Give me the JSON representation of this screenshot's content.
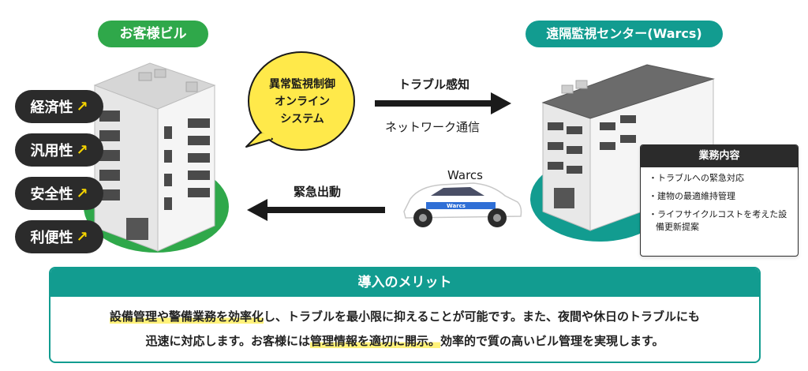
{
  "customer_building": {
    "label": "お客様ビル",
    "features": [
      {
        "text": "経済性",
        "arrow": "↗"
      },
      {
        "text": "汎用性",
        "arrow": "↗"
      },
      {
        "text": "安全性",
        "arrow": "↗"
      },
      {
        "text": "利便性",
        "arrow": "↗"
      }
    ]
  },
  "monitor_center": {
    "label": "遠隔監視センター(Warcs)"
  },
  "system_bubble": {
    "line1": "異常監視制御",
    "line2": "オンライン",
    "line3": "システム"
  },
  "flows": {
    "detect_label": "トラブル感知",
    "network_label": "ネットワーク通信",
    "dispatch_label": "緊急出動",
    "vehicle_label": "Warcs",
    "car_door_text": "Warcs"
  },
  "duties": {
    "title": "業務内容",
    "items": [
      "トラブルへの緊急対応",
      "建物の最適維持管理",
      "ライフサイクルコストを考えた設備更新提案"
    ]
  },
  "merit": {
    "title": "導入のメリット",
    "line1": {
      "hl1": "設備管理や警備業務を効率化",
      "text1": "し、トラブルを最小限に抑えることが可能です。また、夜間や休日のトラブルにも"
    },
    "line2": {
      "text1": "迅速に対応します。お客様には",
      "hl1": "管理情報を適切に開示。",
      "text2": "効率的で質の高いビル管理を実現します。"
    }
  },
  "colors": {
    "green": "#2fa84a",
    "teal": "#129c90",
    "dark": "#2b2b2b",
    "yellow": "#f5d400",
    "highlight": "#fff27a"
  }
}
